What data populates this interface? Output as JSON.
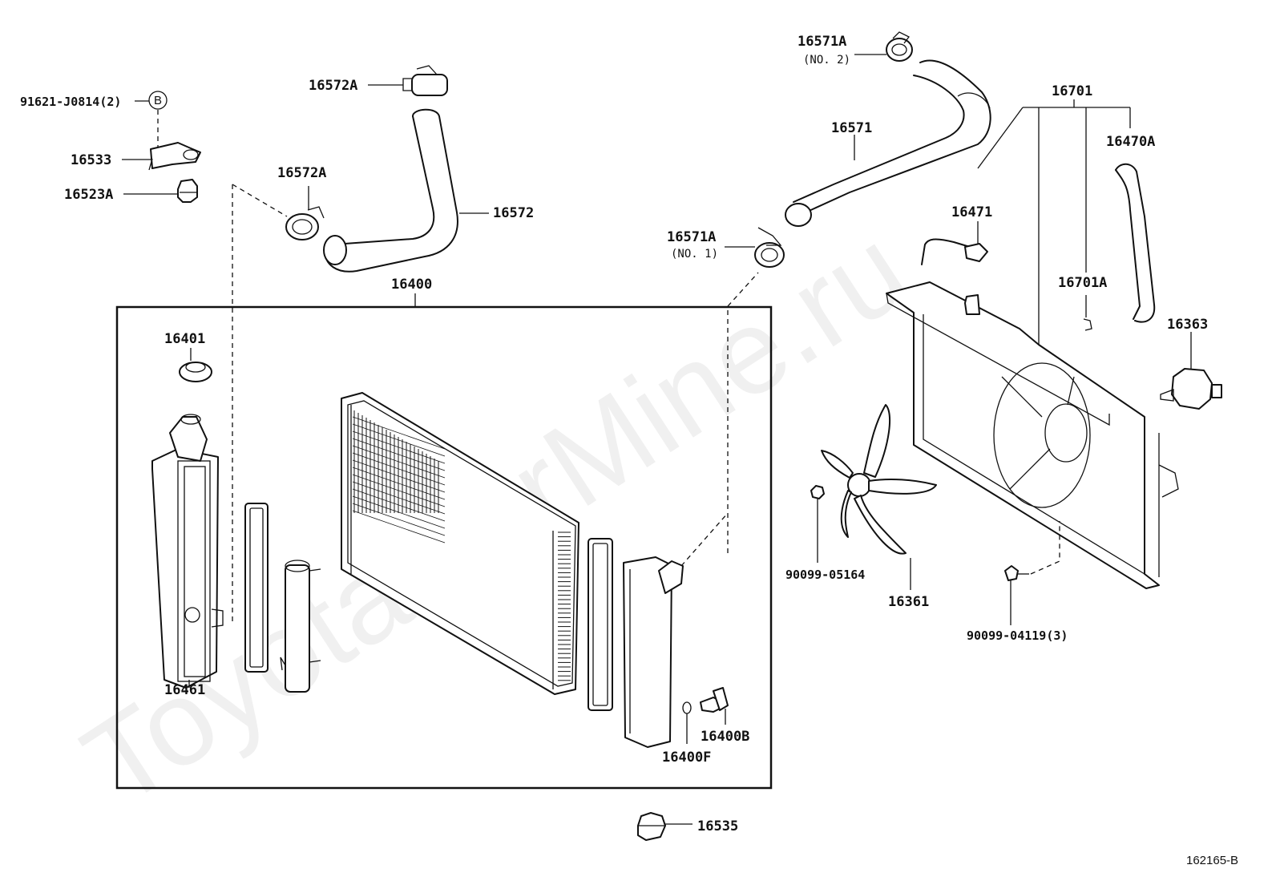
{
  "labels": {
    "p16572A_top": "16572A",
    "p16572A_mid": "16572A",
    "p16572": "16572",
    "p91621": "91621-J0814(2)",
    "p16533": "16533",
    "p16523A": "16523A",
    "p16400": "16400",
    "p16401": "16401",
    "p16461": "16461",
    "p16400B": "16400B",
    "p16400F": "16400F",
    "p16535": "16535",
    "p16571A_no2": "16571A",
    "p16571A_no2_sub": "(NO. 2)",
    "p16571": "16571",
    "p16571A_no1": "16571A",
    "p16571A_no1_sub": "(NO. 1)",
    "p16701": "16701",
    "p16470A": "16470A",
    "p16471": "16471",
    "p16701A": "16701A",
    "p16363": "16363",
    "p90099_05164": "90099-05164",
    "p16361": "16361",
    "p90099_04119": "90099-04119(3)",
    "ref_b": "B"
  },
  "diagram_id": "162165-B",
  "watermark": "ToyotaCarMine.ru"
}
